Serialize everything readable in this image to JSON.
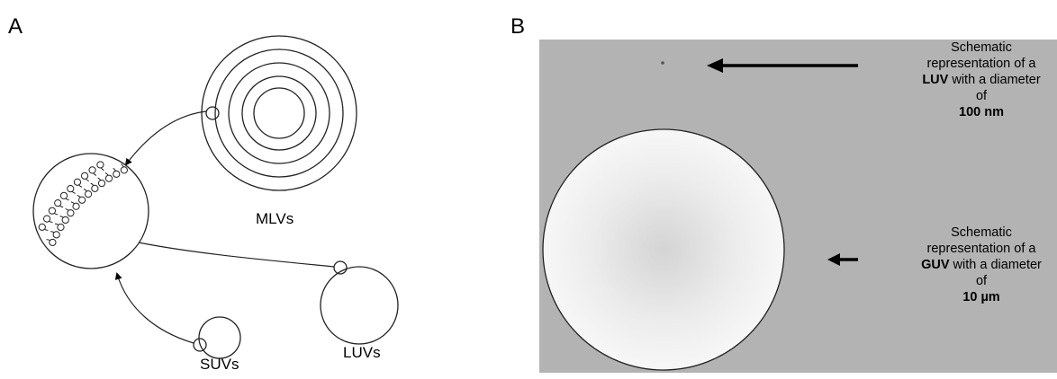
{
  "panels": {
    "a": "A",
    "b": "B"
  },
  "panel_a": {
    "labels": {
      "mlv": "MLVs",
      "luv": "LUVs",
      "suv": "SUVs"
    }
  },
  "panel_b": {
    "luv_note": {
      "line1": "Schematic",
      "line2": "representation of a",
      "bold_term": "LUV",
      "line3_rest": " with a diameter",
      "line4": "of",
      "value": "100 nm"
    },
    "guv_note": {
      "line1": "Schematic",
      "line2": "representation of a",
      "bold_term": "GUV",
      "line3_rest": " with a diameter",
      "line4": "of",
      "value": "10 µm"
    }
  }
}
